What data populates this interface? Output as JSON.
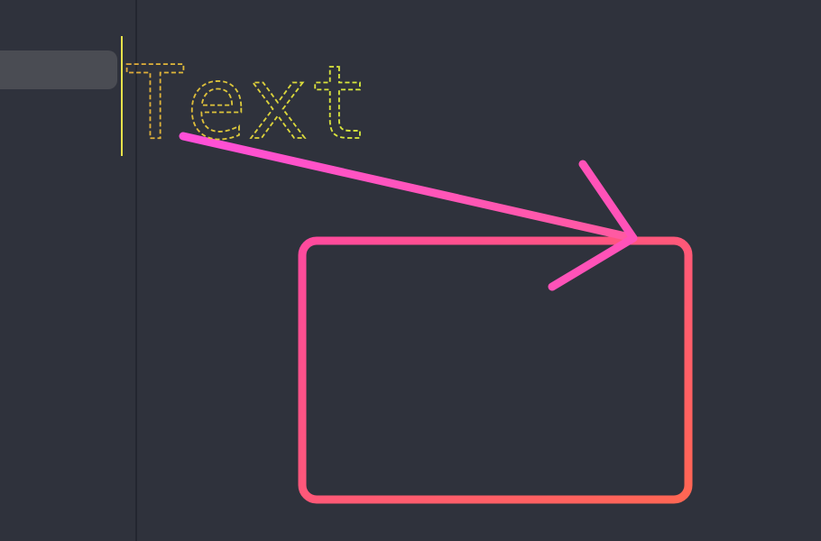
{
  "canvas": {
    "text_element": {
      "content": "Text",
      "style": "dashed-outline",
      "colors": {
        "outline_start": "#e0a93a",
        "outline_end": "#d8ee3c",
        "caret": "#e8e24a"
      }
    },
    "arrow": {
      "style": "solid",
      "colors": {
        "start": "#ff4fd8",
        "end": "#ff5aa0"
      }
    },
    "rectangle": {
      "style": "rounded",
      "colors": {
        "start": "#ff4a9e",
        "end": "#ff6653"
      }
    },
    "background_color": "#2f323c"
  }
}
